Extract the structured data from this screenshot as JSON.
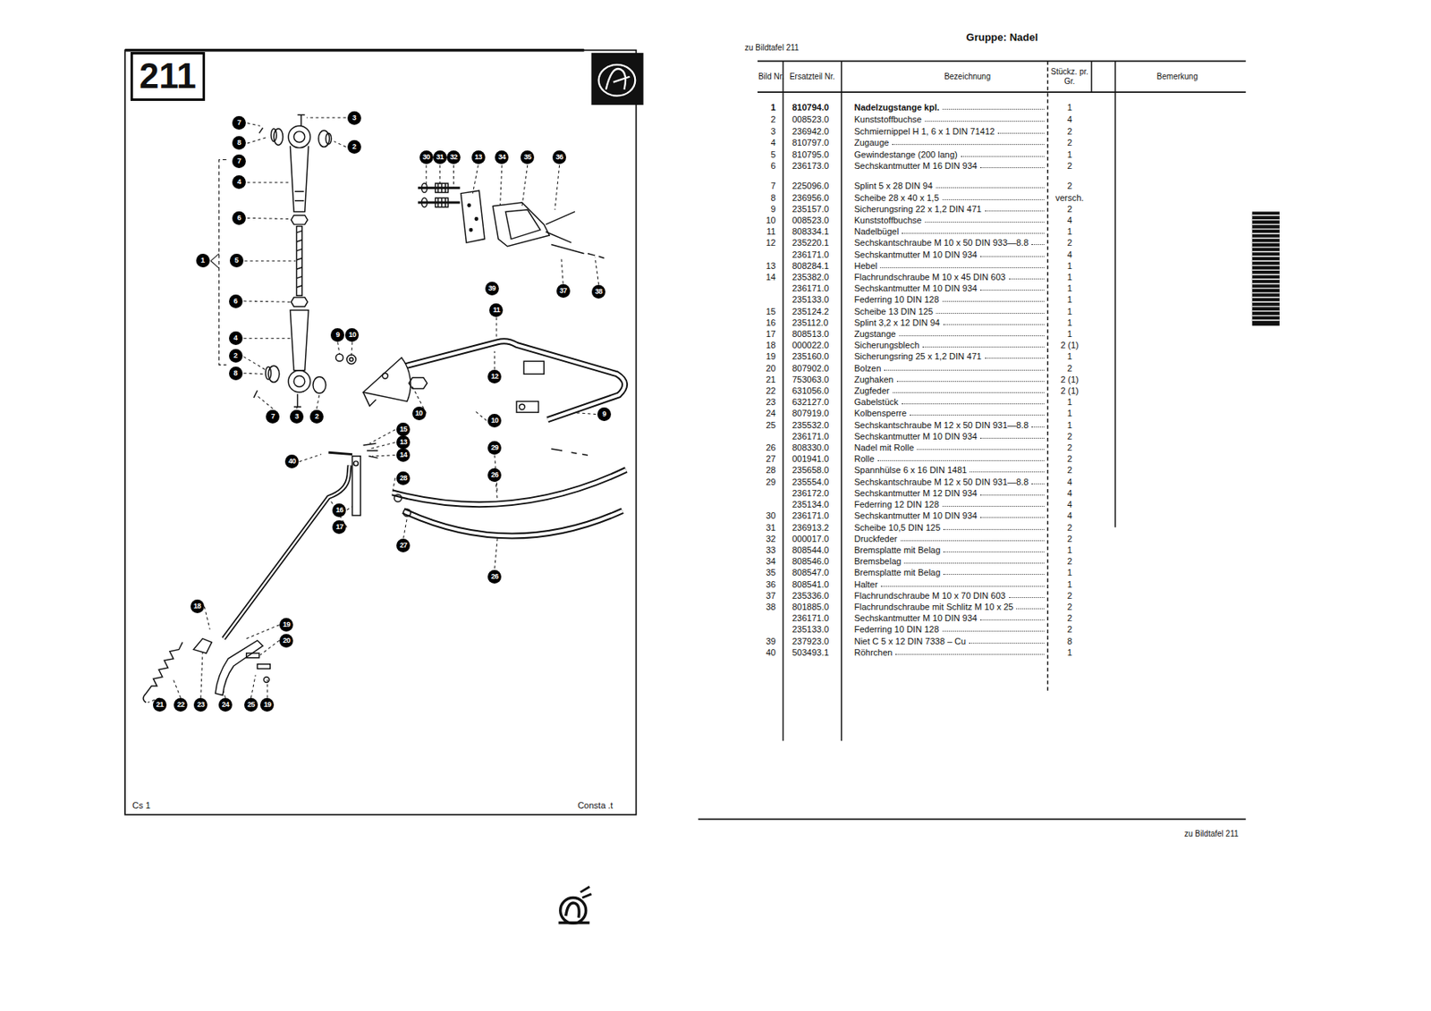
{
  "diagram": {
    "title": "Gruppe: Nadel",
    "nodes": [
      {
        "text": [
          "211"
        ]
      }
    ],
    "labels": [
      "zu Bildtafel 211",
      "Bild Nr.",
      "Ersatzteil Nr.",
      "Bezeichnung",
      "Stückz. pr. Gr.",
      "Bemerkung",
      "1",
      "810794.0",
      "Nadelzugstange kpl.",
      "1",
      "2",
      "008523.0",
      "Kunststoffbuchse",
      "4",
      "3",
      "236942.0",
      "Schmiernippel H 1, 6 x 1 DIN 71412",
      "2",
      "4",
      "810797.0",
      "Zugauge",
      "2",
      "5",
      "810795.0",
      "Gewindestange (200 lang)",
      "1",
      "6",
      "236173.0",
      "Sechskantmutter M 16 DIN 934",
      "2",
      "7",
      "225096.0",
      "Splint 5 x 28 DIN 94",
      "2",
      "8",
      "236956.0",
      "Scheibe 28 x 40 x 1,5",
      "versch.",
      "9",
      "235157.0",
      "Sicherungsring 22 x 1,2 DIN 471",
      "2",
      "10",
      "008523.0",
      "Kunststoffbuchse",
      "4",
      "11",
      "808334.1",
      "Nadelbügel",
      "1",
      "12",
      "235220.1",
      "Sechskantschraube M 10 x 50 DIN 933—8.8",
      "2",
      "236171.0",
      "Sechskantmutter M 10 DIN 934",
      "4",
      "13",
      "808284.1",
      "Hebel",
      "1",
      "14",
      "235382.0",
      "Flachrundschraube M 10 x 45 DIN 603",
      "1",
      "236171.0",
      "Sechskantmutter M 10 DIN 934",
      "1",
      "235133.0",
      "Federring 10 DIN 128",
      "1",
      "15",
      "235124.2",
      "Scheibe 13 DIN 125",
      "1",
      "16",
      "235112.0",
      "Splint 3,2 x 12 DIN 94",
      "1",
      "17",
      "808513.0",
      "Zugstange",
      "1",
      "18",
      "000022.0",
      "Sicherungsblech",
      "2 (1)",
      "19",
      "235160.0",
      "Sicherungsring 25 x 1,2 DIN 471",
      "1",
      "20",
      "807902.0",
      "Bolzen",
      "2",
      "21",
      "753063.0",
      "Zughaken",
      "2 (1)",
      "22",
      "631056.0",
      "Zugfeder",
      "2 (1)",
      "23",
      "632127.0",
      "Gabelstück",
      "1",
      "24",
      "807919.0",
      "Kolbensperre",
      "1",
      "25",
      "235532.0",
      "Sechskantschraube M 12 x 50 DIN 931—8.8",
      "1",
      "236171.0",
      "Sechskantmutter M 10 DIN 934",
      "2",
      "26",
      "808330.0",
      "Nadel mit Rolle",
      "2",
      "27",
      "001941.0",
      "Rolle",
      "2",
      "28",
      "235658.0",
      "Spannhülse 6 x 16 DIN 1481",
      "2",
      "29",
      "235554.0",
      "Sechskantschraube M 12 x 50 DIN 931—8.8",
      "4",
      "236172.0",
      "Sechskantmutter M 12 DIN 934",
      "4",
      "235134.0",
      "Federring 12 DIN 128",
      "4",
      "30",
      "236171.0",
      "Sechskantmutter M 10 DIN 934",
      "4",
      "31",
      "236913.2",
      "Scheibe 10,5 DIN 125",
      "2",
      "32",
      "000017.0",
      "Druckfeder",
      "2",
      "33",
      "808544.0",
      "Bremsplatte mit Belag",
      "1",
      "34",
      "808546.0",
      "Bremsbelag",
      "2",
      "35",
      "808547.0",
      "Bremsplatte mit Belag",
      "1",
      "36",
      "808541.0",
      "Halter",
      "1",
      "37",
      "235336.0",
      "Flachrundschraube M 10 x 70 DIN 603",
      "2",
      "38",
      "801885.0",
      "Flachrundschraube mit Schlitz M 10 x 25",
      "2",
      "236171.0",
      "Sechskantmutter M 10 DIN 934",
      "2",
      "235133.0",
      "Federring 10 DIN 128",
      "2",
      "39",
      "237923.0",
      "Niet C 5 x 12 DIN 7338 – Cu",
      "8",
      "40",
      "503493.1",
      "Röhrchen",
      "1",
      "7",
      "8",
      "3",
      "2",
      "7",
      "4",
      "6",
      "1",
      "5",
      "6",
      "4",
      "2",
      "8",
      "7",
      "3",
      "2",
      "9",
      "10",
      "30",
      "31",
      "32",
      "13",
      "34",
      "35",
      "36",
      "39",
      "37",
      "38",
      "11",
      "12",
      "10",
      "10",
      "9",
      "15",
      "13",
      "14",
      "40",
      "28",
      "29",
      "26",
      "16",
      "17",
      "27",
      "26",
      "18",
      "19",
      "20",
      "21",
      "22",
      "23",
      "24",
      "25",
      "19",
      "Cs 1",
      "Consta .t",
      "zu Bildtafel 211"
    ]
  }
}
